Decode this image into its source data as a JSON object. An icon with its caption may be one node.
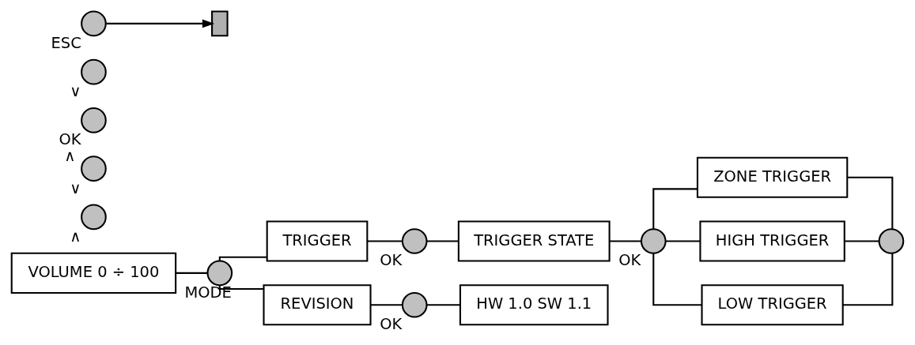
{
  "diagram": {
    "nodes": [
      {
        "text": [
          "VOLUME 0 ÷ 100"
        ]
      },
      {
        "text": [],
        "shape": "circle",
        "beside": [
          "MODE"
        ]
      },
      {
        "text": [],
        "shape": "circle",
        "beside": [
          "∧"
        ]
      },
      {
        "text": [],
        "shape": "circle",
        "beside": [
          "∨"
        ]
      },
      {
        "text": [
          "TRIGGER"
        ]
      },
      {
        "text": [],
        "shape": "circle",
        "beside": [
          "OK"
        ]
      },
      {
        "text": [
          "TRIGGER STATE"
        ]
      },
      {
        "text": [],
        "shape": "circle",
        "beside": [
          "OK"
        ]
      },
      {
        "text": [],
        "shape": "circle",
        "beside": [
          "OK",
          "∧"
        ]
      },
      {
        "text": [],
        "shape": "circle",
        "beside": [
          "∨"
        ]
      },
      {
        "text": [
          "ZONE TRIGGER"
        ]
      },
      {
        "text": [
          "HIGH TRIGGER"
        ]
      },
      {
        "text": [
          "LOW TRIGGER"
        ]
      },
      {
        "text": [],
        "shape": "circle"
      },
      {
        "text": [
          "REVISION"
        ]
      },
      {
        "text": [],
        "shape": "circle",
        "beside": [
          "OK"
        ]
      },
      {
        "text": [
          "HW 1.0 SW 1.1"
        ]
      },
      {
        "text": [],
        "shape": "circle",
        "beside": [
          "ESC"
        ]
      },
      {
        "text": [],
        "shape": "door"
      }
    ],
    "edges": [
      {
        "from": 0,
        "to": 1,
        "arrow": "none"
      },
      {
        "from": 1,
        "to": 4,
        "arrow": "none"
      },
      {
        "from": 1,
        "to": 14,
        "arrow": "none"
      },
      {
        "from": 4,
        "to": 5,
        "arrow": "none"
      },
      {
        "from": 5,
        "to": 6,
        "arrow": "none"
      },
      {
        "from": 6,
        "to": 7,
        "arrow": "none"
      },
      {
        "from": 7,
        "to": 10,
        "arrow": "none"
      },
      {
        "from": 7,
        "to": 11,
        "arrow": "none"
      },
      {
        "from": 7,
        "to": 12,
        "arrow": "none"
      },
      {
        "from": 10,
        "to": 13,
        "arrow": "none"
      },
      {
        "from": 11,
        "to": 13,
        "arrow": "none"
      },
      {
        "from": 12,
        "to": 13,
        "arrow": "none"
      },
      {
        "from": 14,
        "to": 15,
        "arrow": "none"
      },
      {
        "from": 15,
        "to": 16,
        "arrow": "none"
      },
      {
        "from": 17,
        "to": 18,
        "arrow": "to"
      }
    ]
  }
}
